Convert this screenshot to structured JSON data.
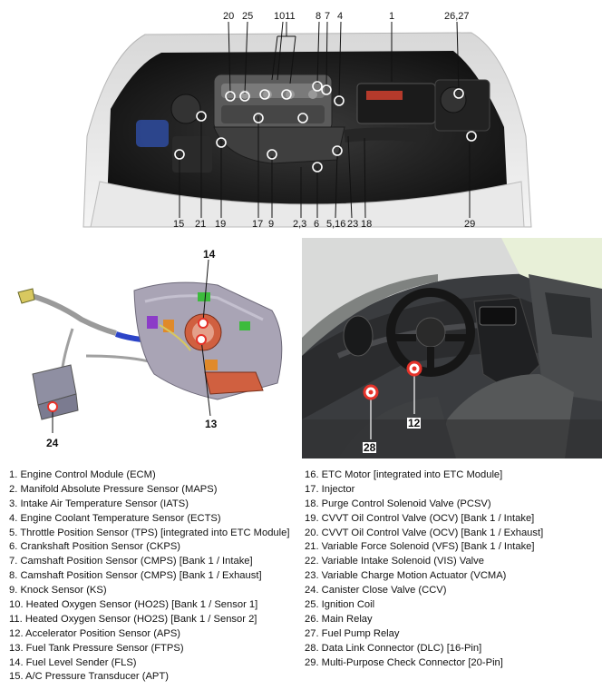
{
  "engine_callouts": {
    "top": [
      "20",
      "25",
      "1011",
      "8",
      "7",
      "4",
      "1",
      "26,27"
    ],
    "bottom": [
      "15",
      "21",
      "19",
      "17",
      "9",
      "2,3",
      "6",
      "5,16",
      "23",
      "18",
      "29"
    ]
  },
  "fuel_callouts": [
    "14",
    "13",
    "24"
  ],
  "interior_callouts": [
    "12",
    "28"
  ],
  "legend": {
    "left": [
      "1. Engine Control Module (ECM)",
      "2. Manifold Absolute Pressure Sensor (MAPS)",
      "3. Intake Air Temperature Sensor (IATS)",
      "4. Engine Coolant Temperature Sensor (ECTS)",
      "5. Throttle Position Sensor (TPS) [integrated into ETC Module]",
      "6. Crankshaft Position Sensor (CKPS)",
      "7. Camshaft Position Sensor (CMPS) [Bank 1 / Intake]",
      "8. Camshaft Position Sensor (CMPS) [Bank 1 / Exhaust]",
      "9. Knock Sensor (KS)",
      "10. Heated Oxygen Sensor (HO2S) [Bank 1 / Sensor 1]",
      "11. Heated Oxygen Sensor (HO2S) [Bank 1 / Sensor 2]",
      "12. Accelerator Position Sensor (APS)",
      "13. Fuel Tank Pressure Sensor (FTPS)",
      "14. Fuel Level Sender (FLS)",
      "15. A/C Pressure Transducer (APT)"
    ],
    "right": [
      "16. ETC Motor [integrated into ETC Module]",
      "17. Injector",
      "18. Purge Control Solenoid Valve (PCSV)",
      "19. CVVT Oil Control Valve (OCV) [Bank 1 / Intake]",
      "20. CVVT Oil Control Valve (OCV) [Bank 1 / Exhaust]",
      "21. Variable Force Solenoid (VFS) [Bank 1 / Intake]",
      "22. Variable Intake Solenoid (VIS) Valve",
      "23. Variable Charge Motion Actuator (VCMA)",
      "24. Canister Close Valve (CCV)",
      "25. Ignition Coil",
      "26. Main Relay",
      "27. Fuel Pump Relay",
      "28. Data Link Connector (DLC) [16-Pin]",
      "29. Multi-Purpose Check Connector [20-Pin]"
    ]
  },
  "colors": {
    "callout_marker": "#e5332a",
    "fuel_tank": "#a9a4b5",
    "fuel_pipe_blue": "#2c44c8",
    "fuel_connector_purple": "#8c3cc8",
    "fuel_connector_orange": "#e08a2a",
    "fuel_connector_green": "#3dbb3d",
    "fuel_pump_red": "#d06040"
  }
}
